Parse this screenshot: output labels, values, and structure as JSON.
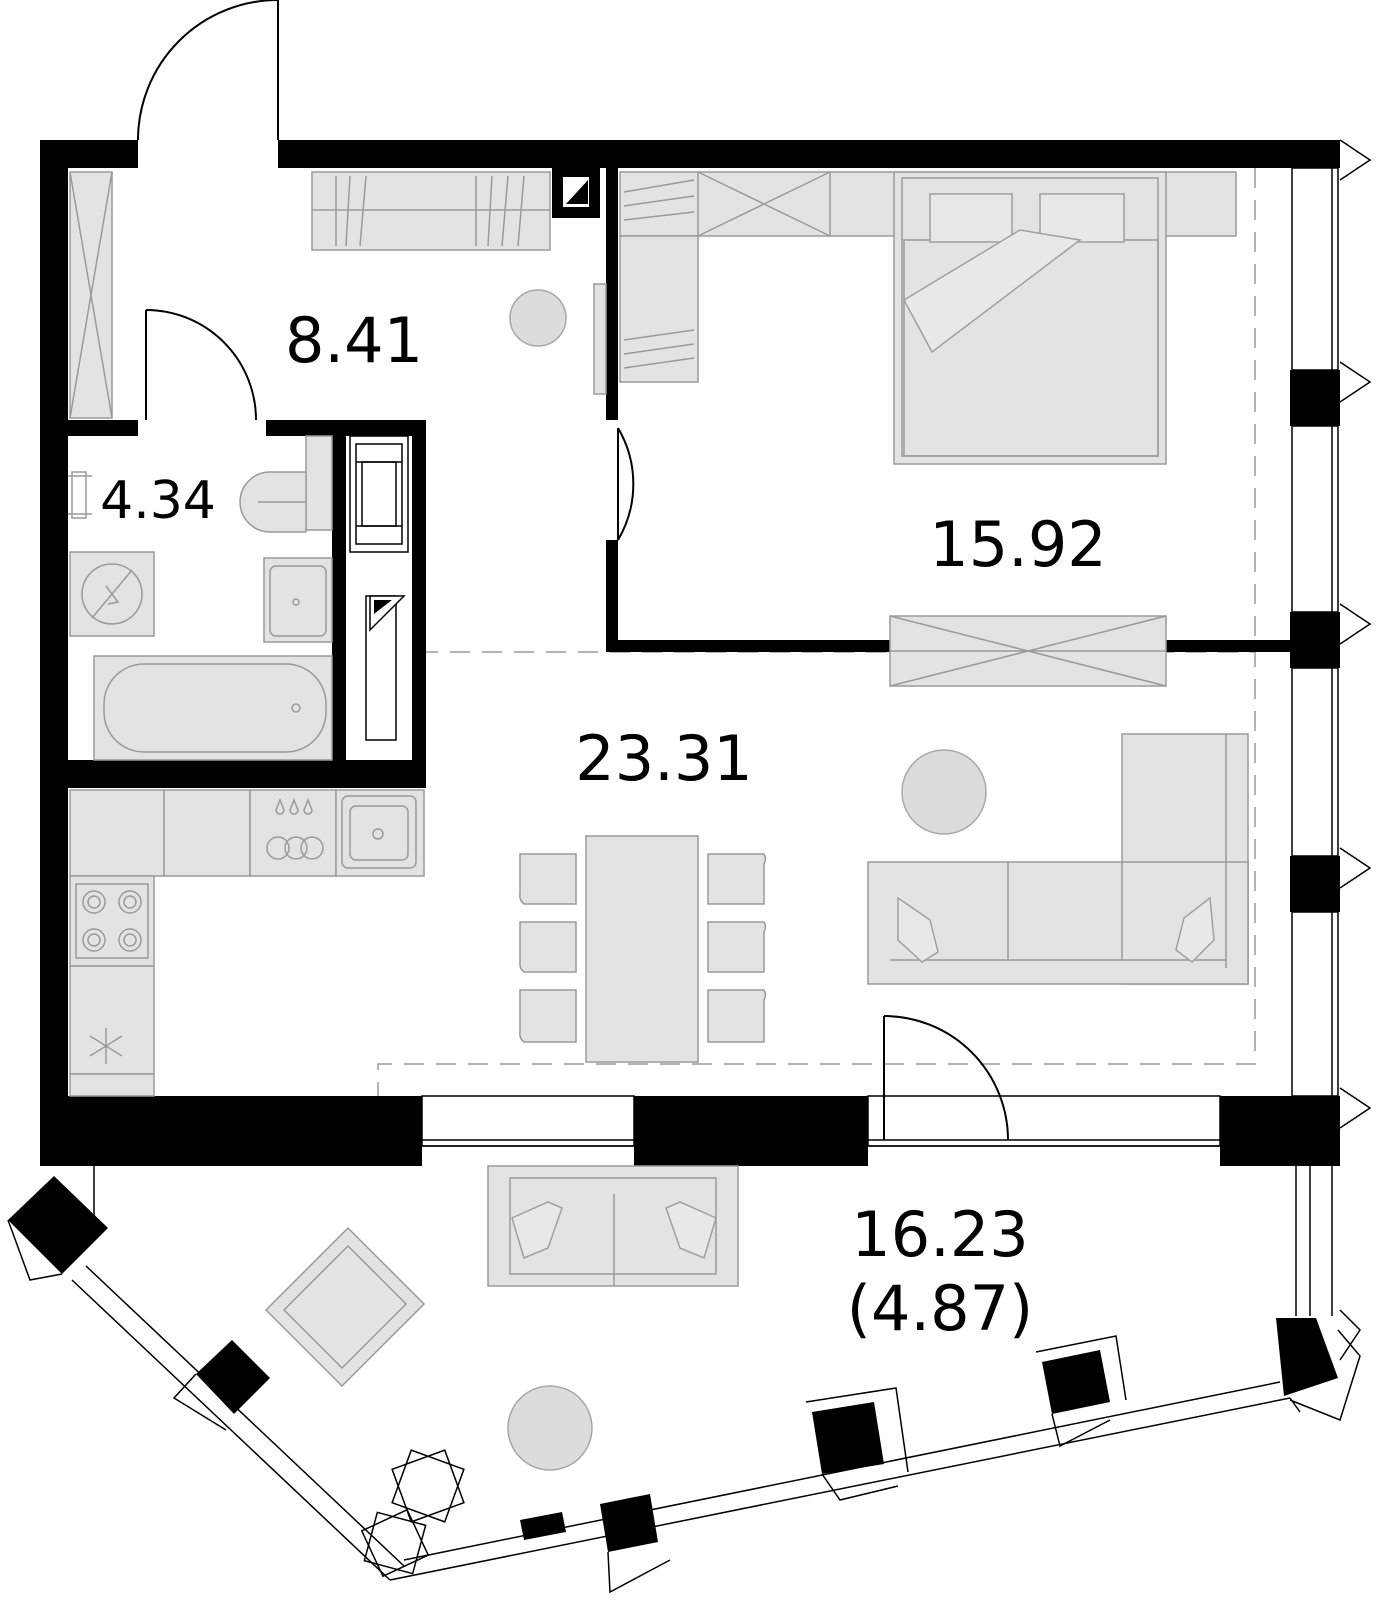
{
  "rooms": {
    "hallway_area": "8.41",
    "bathroom_area": "4.34",
    "bedroom_area": "15.92",
    "living_area": "23.31",
    "terrace_area": "16.23",
    "terrace_reduced_area": "(4.87)"
  }
}
